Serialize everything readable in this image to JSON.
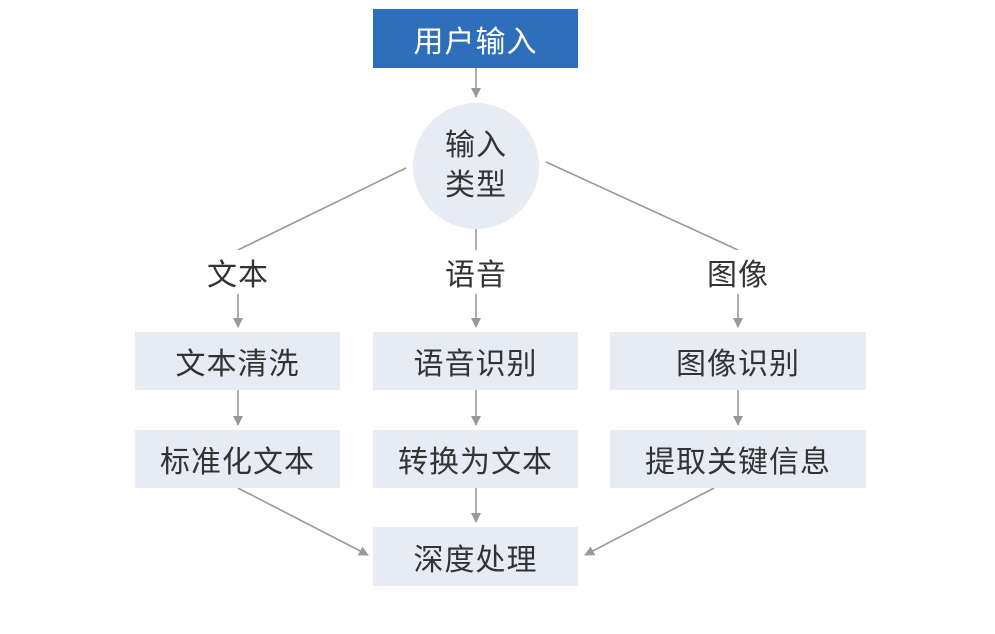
{
  "nodes": {
    "start": "用户输入",
    "decision_line1": "输入",
    "decision_line2": "类型",
    "branch_text": "文本",
    "branch_voice": "语音",
    "branch_image": "图像",
    "text_clean": "文本清洗",
    "text_normalize": "标准化文本",
    "voice_recognize": "语音识别",
    "voice_convert": "转换为文本",
    "image_recognize": "图像识别",
    "image_extract": "提取关键信息",
    "deep_process": "深度处理"
  },
  "colors": {
    "start_fill": "#2f6eba",
    "node_fill": "#e6ebf4",
    "text": "#333333",
    "edge": "#999999"
  }
}
